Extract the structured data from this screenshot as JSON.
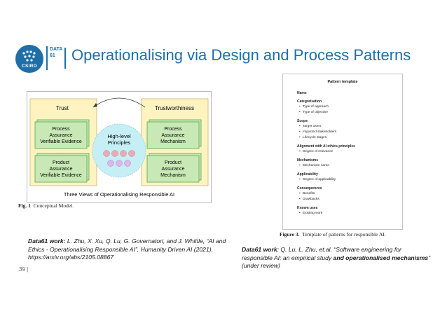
{
  "header": {
    "csiro_logo_text": "CSIRO",
    "data61_logo_line1": "DATA",
    "data61_logo_line2": "61",
    "title": "Operationalising via Design and Process Patterns"
  },
  "figure1": {
    "left_panel_title": "Trust",
    "right_panel_title": "Trustworthiness",
    "left_top_box": [
      "Process",
      "Assurance",
      "Verifiable Evidence"
    ],
    "left_bottom_box": [
      "Product",
      "Assurance",
      "Verifiable Evidence"
    ],
    "right_top_box": [
      "Process",
      "Assurance",
      "Mechanism"
    ],
    "right_bottom_box": [
      "Product",
      "Assurance",
      "Mechanism"
    ],
    "center_label": [
      "High-level",
      "Principles"
    ],
    "bottom_label": "Three Views of Operationalising Responsible AI",
    "caption_bold": "Fig. 1",
    "caption_text": "Conceptual Model."
  },
  "figure3": {
    "title": "Pattern template",
    "sections": [
      {
        "name": "Name",
        "items": []
      },
      {
        "name": "Categorisation",
        "items": [
          "Type of approach",
          "Type of objective"
        ]
      },
      {
        "name": "Scope",
        "items": [
          "Target users",
          "Impacted stakeholders",
          "Lifecycle stages"
        ]
      },
      {
        "name": "Alignment with AI ethics principles",
        "items": [
          "Degree of relevance"
        ]
      },
      {
        "name": "Mechanisms",
        "items": [
          "Mechanism name"
        ]
      },
      {
        "name": "Applicability",
        "items": [
          "Degree of applicability"
        ]
      },
      {
        "name": "Consequences",
        "items": [
          "Benefits",
          "Drawbacks"
        ]
      },
      {
        "name": "Known uses",
        "items": [
          "Existing work"
        ]
      }
    ],
    "caption_bold": "Figure 3.",
    "caption_text": "Template of patterns for responsible AI."
  },
  "ref1": {
    "label": "Data61 work:",
    "text": "L. Zhu, X. Xu, Q. Lu, G. Governatori, and J. Whittle, “AI and Ethics - Operationalising Responsible AI”, Humanity Driven AI (2021). https://arxiv.org/abs/2105.08867"
  },
  "ref2": {
    "label": "Data61 work",
    "text1": ": Q. Lu, L. Zhu, et.al. “Software engineering for responsible AI: an empirical study ",
    "bold": "and operationalised mechanisms",
    "text2": "”  (under review)"
  },
  "page_number": "39  |",
  "colors": {
    "brand_blue": "#1e6fa8",
    "panel_fill": "#fff3c2",
    "box_fill": "#c8e9b5",
    "box_border": "#5aa44a",
    "center_fill": "#c6eef5",
    "dot_pink": "#f4a6b4",
    "dot_lilac": "#e0b4f0"
  }
}
